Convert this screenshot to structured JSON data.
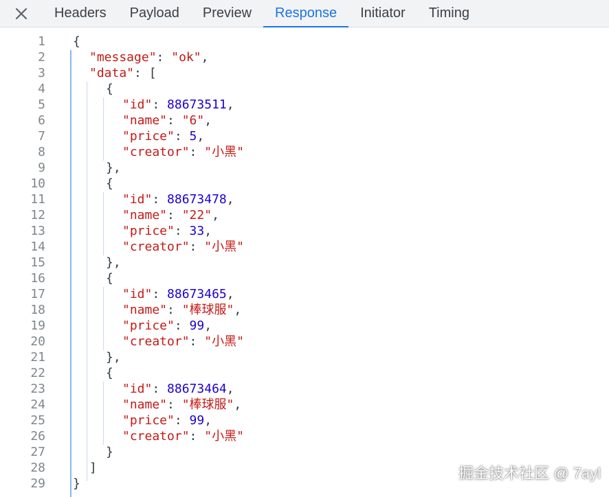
{
  "tabs": [
    {
      "label": "Headers",
      "active": false
    },
    {
      "label": "Payload",
      "active": false
    },
    {
      "label": "Preview",
      "active": false
    },
    {
      "label": "Response",
      "active": true
    },
    {
      "label": "Initiator",
      "active": false
    },
    {
      "label": "Timing",
      "active": false
    }
  ],
  "close_icon": "close-icon",
  "lines": [
    {
      "n": "1",
      "indent": 0,
      "tokens": [
        {
          "t": "p",
          "v": "{"
        }
      ]
    },
    {
      "n": "2",
      "indent": 1,
      "tokens": [
        {
          "t": "k",
          "v": "\"message\""
        },
        {
          "t": "p",
          "v": ": "
        },
        {
          "t": "s",
          "v": "\"ok\""
        },
        {
          "t": "p",
          "v": ","
        }
      ]
    },
    {
      "n": "3",
      "indent": 1,
      "tokens": [
        {
          "t": "k",
          "v": "\"data\""
        },
        {
          "t": "p",
          "v": ": ["
        }
      ]
    },
    {
      "n": "4",
      "indent": 2,
      "tokens": [
        {
          "t": "p",
          "v": "{"
        }
      ]
    },
    {
      "n": "5",
      "indent": 3,
      "tokens": [
        {
          "t": "k",
          "v": "\"id\""
        },
        {
          "t": "p",
          "v": ": "
        },
        {
          "t": "n",
          "v": "88673511"
        },
        {
          "t": "p",
          "v": ","
        }
      ]
    },
    {
      "n": "6",
      "indent": 3,
      "tokens": [
        {
          "t": "k",
          "v": "\"name\""
        },
        {
          "t": "p",
          "v": ": "
        },
        {
          "t": "s",
          "v": "\"6\""
        },
        {
          "t": "p",
          "v": ","
        }
      ]
    },
    {
      "n": "7",
      "indent": 3,
      "tokens": [
        {
          "t": "k",
          "v": "\"price\""
        },
        {
          "t": "p",
          "v": ": "
        },
        {
          "t": "n",
          "v": "5"
        },
        {
          "t": "p",
          "v": ","
        }
      ]
    },
    {
      "n": "8",
      "indent": 3,
      "tokens": [
        {
          "t": "k",
          "v": "\"creator\""
        },
        {
          "t": "p",
          "v": ": "
        },
        {
          "t": "s",
          "v": "\"小黑\""
        }
      ]
    },
    {
      "n": "9",
      "indent": 2,
      "tokens": [
        {
          "t": "p",
          "v": "},"
        }
      ]
    },
    {
      "n": "10",
      "indent": 2,
      "tokens": [
        {
          "t": "p",
          "v": "{"
        }
      ]
    },
    {
      "n": "11",
      "indent": 3,
      "tokens": [
        {
          "t": "k",
          "v": "\"id\""
        },
        {
          "t": "p",
          "v": ": "
        },
        {
          "t": "n",
          "v": "88673478"
        },
        {
          "t": "p",
          "v": ","
        }
      ]
    },
    {
      "n": "12",
      "indent": 3,
      "tokens": [
        {
          "t": "k",
          "v": "\"name\""
        },
        {
          "t": "p",
          "v": ": "
        },
        {
          "t": "s",
          "v": "\"22\""
        },
        {
          "t": "p",
          "v": ","
        }
      ]
    },
    {
      "n": "13",
      "indent": 3,
      "tokens": [
        {
          "t": "k",
          "v": "\"price\""
        },
        {
          "t": "p",
          "v": ": "
        },
        {
          "t": "n",
          "v": "33"
        },
        {
          "t": "p",
          "v": ","
        }
      ]
    },
    {
      "n": "14",
      "indent": 3,
      "tokens": [
        {
          "t": "k",
          "v": "\"creator\""
        },
        {
          "t": "p",
          "v": ": "
        },
        {
          "t": "s",
          "v": "\"小黑\""
        }
      ]
    },
    {
      "n": "15",
      "indent": 2,
      "tokens": [
        {
          "t": "p",
          "v": "},"
        }
      ]
    },
    {
      "n": "16",
      "indent": 2,
      "tokens": [
        {
          "t": "p",
          "v": "{"
        }
      ]
    },
    {
      "n": "17",
      "indent": 3,
      "tokens": [
        {
          "t": "k",
          "v": "\"id\""
        },
        {
          "t": "p",
          "v": ": "
        },
        {
          "t": "n",
          "v": "88673465"
        },
        {
          "t": "p",
          "v": ","
        }
      ]
    },
    {
      "n": "18",
      "indent": 3,
      "tokens": [
        {
          "t": "k",
          "v": "\"name\""
        },
        {
          "t": "p",
          "v": ": "
        },
        {
          "t": "s",
          "v": "\"棒球服\""
        },
        {
          "t": "p",
          "v": ","
        }
      ]
    },
    {
      "n": "19",
      "indent": 3,
      "tokens": [
        {
          "t": "k",
          "v": "\"price\""
        },
        {
          "t": "p",
          "v": ": "
        },
        {
          "t": "n",
          "v": "99"
        },
        {
          "t": "p",
          "v": ","
        }
      ]
    },
    {
      "n": "20",
      "indent": 3,
      "tokens": [
        {
          "t": "k",
          "v": "\"creator\""
        },
        {
          "t": "p",
          "v": ": "
        },
        {
          "t": "s",
          "v": "\"小黑\""
        }
      ]
    },
    {
      "n": "21",
      "indent": 2,
      "tokens": [
        {
          "t": "p",
          "v": "},"
        }
      ]
    },
    {
      "n": "22",
      "indent": 2,
      "tokens": [
        {
          "t": "p",
          "v": "{"
        }
      ]
    },
    {
      "n": "23",
      "indent": 3,
      "tokens": [
        {
          "t": "k",
          "v": "\"id\""
        },
        {
          "t": "p",
          "v": ": "
        },
        {
          "t": "n",
          "v": "88673464"
        },
        {
          "t": "p",
          "v": ","
        }
      ]
    },
    {
      "n": "24",
      "indent": 3,
      "tokens": [
        {
          "t": "k",
          "v": "\"name\""
        },
        {
          "t": "p",
          "v": ": "
        },
        {
          "t": "s",
          "v": "\"棒球服\""
        },
        {
          "t": "p",
          "v": ","
        }
      ]
    },
    {
      "n": "25",
      "indent": 3,
      "tokens": [
        {
          "t": "k",
          "v": "\"price\""
        },
        {
          "t": "p",
          "v": ": "
        },
        {
          "t": "n",
          "v": "99"
        },
        {
          "t": "p",
          "v": ","
        }
      ]
    },
    {
      "n": "26",
      "indent": 3,
      "tokens": [
        {
          "t": "k",
          "v": "\"creator\""
        },
        {
          "t": "p",
          "v": ": "
        },
        {
          "t": "s",
          "v": "\"小黑\""
        }
      ]
    },
    {
      "n": "27",
      "indent": 2,
      "tokens": [
        {
          "t": "p",
          "v": "}"
        }
      ]
    },
    {
      "n": "28",
      "indent": 1,
      "tokens": [
        {
          "t": "p",
          "v": "]"
        }
      ]
    },
    {
      "n": "29",
      "indent": 0,
      "tokens": [
        {
          "t": "p",
          "v": "}"
        }
      ]
    }
  ],
  "watermark": "掘金技术社区 @ 7ayl"
}
